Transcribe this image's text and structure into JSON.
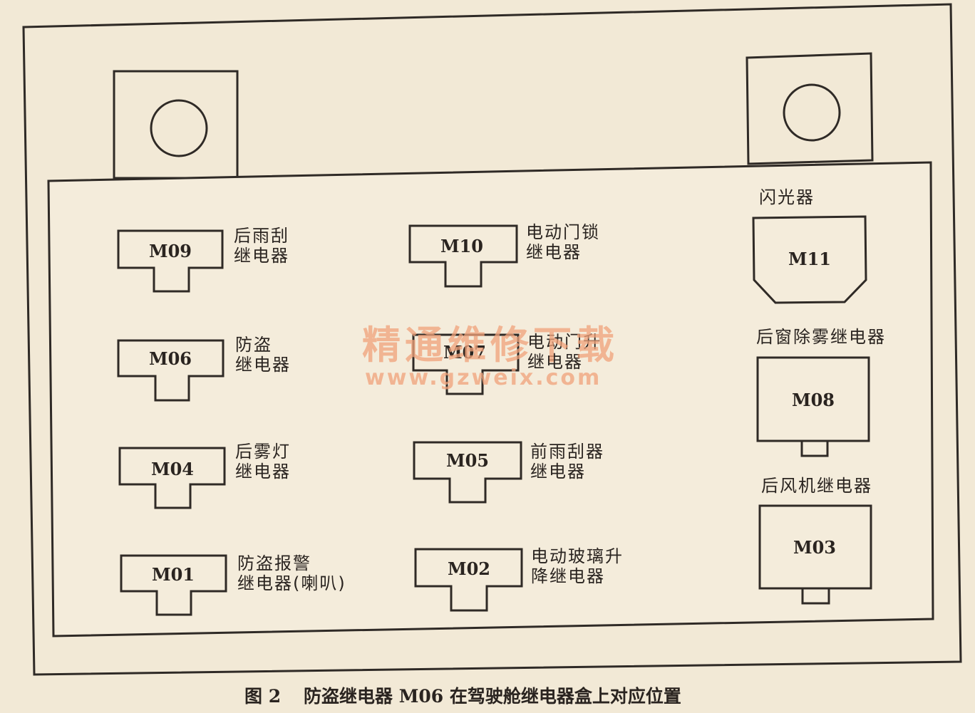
{
  "relays": [
    {
      "code": "M09",
      "label1": "后雨刮",
      "label2": "继电器"
    },
    {
      "code": "M10",
      "label1": "电动门锁",
      "label2": "继电器"
    },
    {
      "code": "M11",
      "label_top": "闪光器"
    },
    {
      "code": "M06",
      "label1": "防盗",
      "label2": "继电器"
    },
    {
      "code": "M07",
      "label1": "电动门升",
      "label2": "继电器"
    },
    {
      "code": "M08",
      "label_top": "后窗除雾继电器"
    },
    {
      "code": "M04",
      "label1": "后雾灯",
      "label2": "继电器"
    },
    {
      "code": "M05",
      "label1": "前雨刮器",
      "label2": "继电器"
    },
    {
      "code": "M03",
      "label_top": "后风机继电器"
    },
    {
      "code": "M01",
      "label1": "防盗报警",
      "label2": "继电器(喇叭)"
    },
    {
      "code": "M02",
      "label1": "电动玻璃升",
      "label2": "降继电器"
    }
  ],
  "watermark": {
    "text": "精通维修下载",
    "url": "www.gzweix.com"
  },
  "caption": {
    "figure": "图 2",
    "text": "防盗继电器 M06 在驾驶舱继电器盒上对应位置"
  }
}
